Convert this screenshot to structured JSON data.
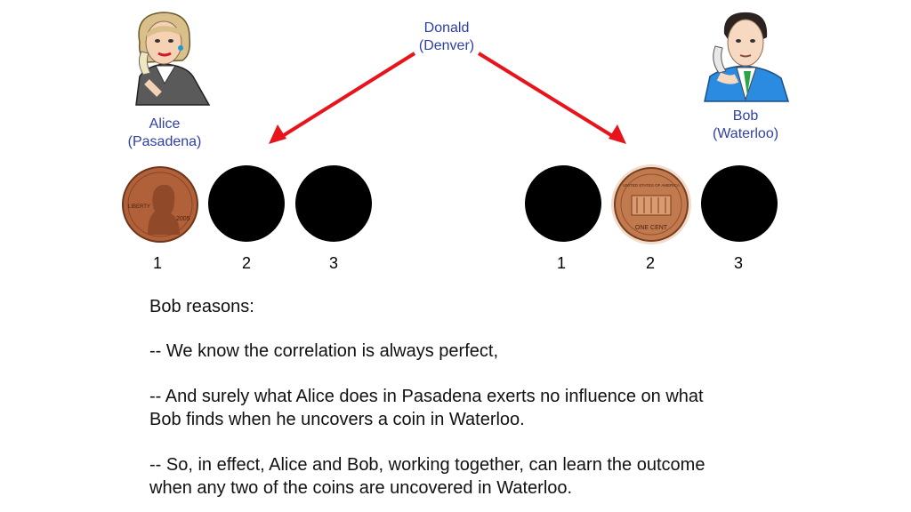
{
  "donald": {
    "name": "Donald",
    "place": "(Denver)"
  },
  "alice": {
    "name": "Alice",
    "place": "(Pasadena)"
  },
  "bob": {
    "name": "Bob",
    "place": "(Waterloo)"
  },
  "alice_coins": {
    "labels": [
      "1",
      "2",
      "3"
    ]
  },
  "bob_coins": {
    "labels": [
      "1",
      "2",
      "3"
    ]
  },
  "penny_front": {
    "word": "LIBERTY",
    "year": "2005"
  },
  "penny_back": {
    "top": "UNITED STATES OF AMERICA",
    "bottom": "ONE CENT"
  },
  "text": {
    "heading": "Bob reasons:",
    "line1": "-- We know the correlation is always perfect,",
    "line2a": "-- And surely what Alice does in Pasadena exerts no influence on what",
    "line2b": "Bob finds when he uncovers a coin in Waterloo.",
    "line3a": "-- So, in effect, Alice and Bob, working together, can learn the outcome",
    "line3b": "when any two of the coins are uncovered in Waterloo."
  },
  "colors": {
    "arrow": "#e8141c",
    "label": "#2e3fa8",
    "coin_hidden": "#000000",
    "penny": "#b0613a"
  }
}
